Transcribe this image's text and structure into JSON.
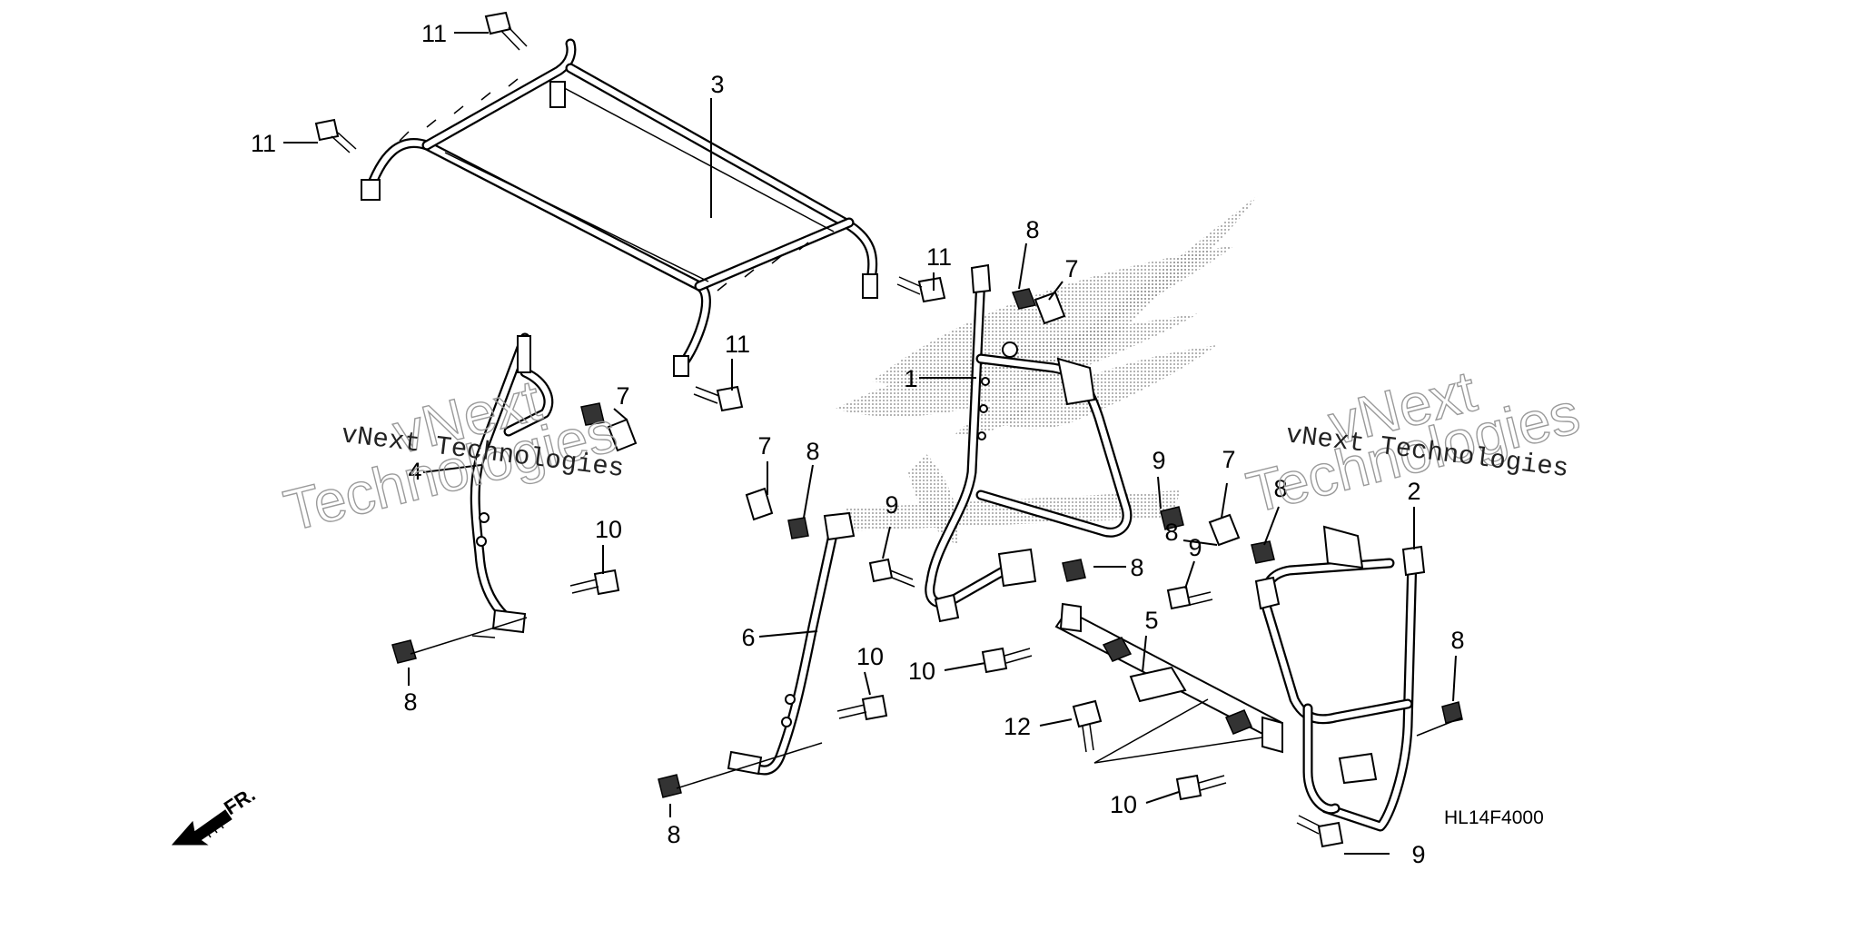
{
  "diagram": {
    "drawing_code": "HL14F4000",
    "front_marker": "FR.",
    "watermarks": [
      {
        "line1": "vNext",
        "line2": "Technologies"
      },
      {
        "line1": "vNext",
        "line2": "Technologies"
      }
    ],
    "watermark_texts": [
      "vNext Technologies",
      "vNext Technologies"
    ],
    "callouts": [
      "11",
      "11",
      "3",
      "11",
      "11",
      "8",
      "7",
      "1",
      "7",
      "4",
      "10",
      "8",
      "7",
      "8",
      "9",
      "6",
      "10",
      "8",
      "9",
      "8",
      "5",
      "10",
      "12",
      "10",
      "8",
      "7",
      "8",
      "2",
      "9",
      "8",
      "9"
    ]
  }
}
